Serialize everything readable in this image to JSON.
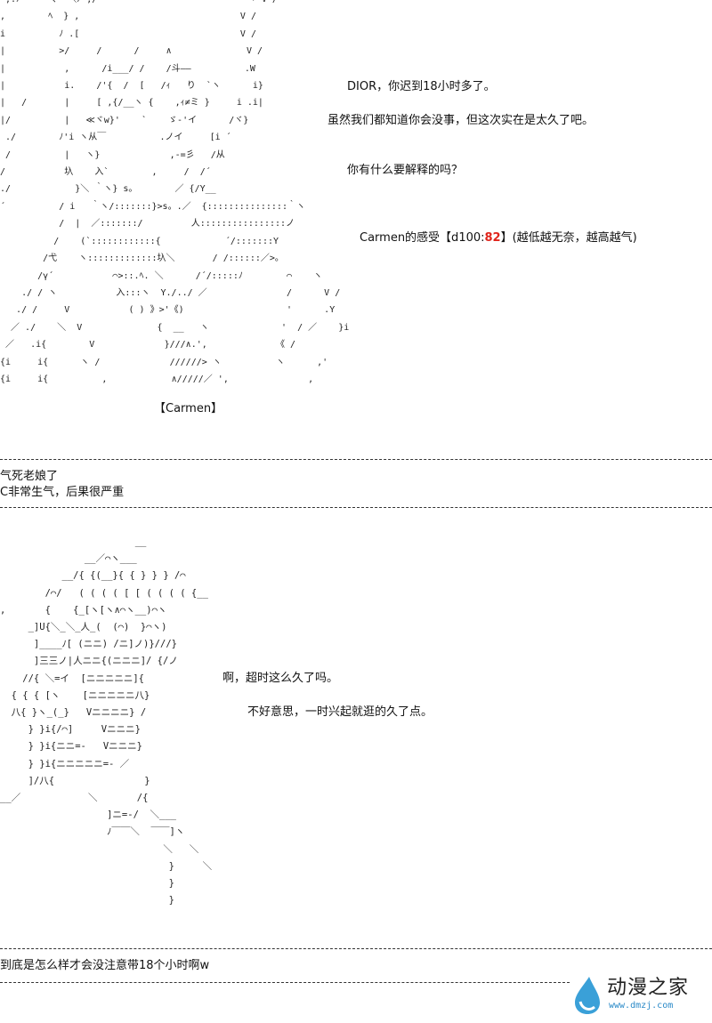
{
  "panel1": {
    "art_lines": [
      " ,.ﾉ      ､  ＼ﾉ ,/                            ヽ V /",
      ",        ﾍ  } ,                              V /",
      "i          ﾉ .[                              V /",
      "|          >/     /      /     ∧              V /",
      "|           ,      /i___/ /    /斗――          .W",
      "|           i.    /'{  /  [   /ｨ   り  `ヽ      i}",
      "|   /       |     [ ,{/__ヽ {    ,ｨ≠ミ }     i .i|",
      "|/          |   ≪ヾw}'    `    ゞ-'イ      /ヾ}",
      " ./        ﾉ'i ヽ从￣          .ノイ     [i ´",
      " /          |   ヽ}             ,-=彡   /从",
      "/           圦    入`        ,     /  /´",
      "./            }＼ ｀ヽ} s。       ／ {/Y__",
      "´          / i   ｀ヽ/:::::::}>s。.／  {:::::::::::::::｀ヽ",
      "           /  |  ／:::::::/         人::::::::::::::::ノ",
      "          /    (`::::::::::::{            ´/:::::::Y",
      "        /弋    ヽ:::::::::::::圦＼       / /::::::／>｡",
      "       /γ´           ⌒>::.ﾍ. ＼      /´/:::::ﾉ",
      "    ./ / ヽ           入:::ヽ  Y./../ ／",
      "   ./ /     V           ( ) 》>'《) ",
      "  ／ ./    ＼  V              {  __   ヽ",
      " ／   .i{        V             }///∧.',",
      "{i     i{      ヽ /             //////> ヽ",
      "{i     i{          ,            ∧/////／ ',"
    ],
    "art_lines_right": [
      "",
      "",
      "",
      "",
      "",
      "",
      "",
      "",
      "",
      "",
      "",
      "",
      "",
      "",
      "",
      "",
      "  ⌒    ヽ",
      "  /      V /",
      "  '      .Y",
      " '  / ／    }i",
      "《 /",
      "ヽ      ,'",
      "      ,"
    ],
    "name_label": "【Carmen】",
    "lines": [
      "DIOR，你迟到18小时多了。",
      "虽然我们都知道你会没事，但这次实在是太久了吧。",
      "你有什么要解释的吗？"
    ],
    "roll": {
      "prefix": "Carmen的感受【d100:",
      "value": "82",
      "suffix": "】(越低越无奈，越高越气)"
    }
  },
  "note1": {
    "lines": [
      "气死老娘了",
      "C非常生气，后果很严重"
    ]
  },
  "panel2": {
    "art_lines": [
      "                        __",
      "               __／⌒ヽ___",
      "           __/{ {(__}{ { } } } /⌒",
      "        /⌒/   ( ( ( ( [ [ ( ( ( ( {__",
      ",       {    {_[ヽ[ヽ∧⌒ヽ__)⌒ヽ",
      "     _]U{＼_＼_人_(  (⌒)  }⌒ヽ)",
      "      ]____ﾉ[ (ニニ) /ニ]ノ)}///}",
      "      ]三三ノ|人ニニ{(ニニニ]/ {/ノ",
      "    //{ ＼=イ  [ニニニニニ]{",
      "  { { { [ヽ    [ニニニニニ八}",
      "  八{ }ヽ_(_}   Vニニニニ} /",
      "     } }i{/⌒]     Vニニニ}",
      "     } }i{ニニ=-   Vニニニ}",
      "     } }i{ニニニニニ=- ／",
      "     ]/八{                }",
      "__／            ＼       /{",
      "                   ]ニ=-/  ＼___",
      "                   ﾉ￣￣＼  ￣￣]ヽ",
      "                             ＼   ＼",
      "                              }     ＼",
      "                              }",
      "                              }"
    ],
    "lines": [
      "啊，超时这么久了吗。",
      "不好意思，一时兴起就逛的久了点。"
    ]
  },
  "note2": {
    "text": "到底是怎么样才会没注意带18个小时啊w"
  },
  "watermark": {
    "brand": "动漫之家",
    "url": "www.dmzj.com",
    "color_drop": "#3aa0d8",
    "color_url": "#2b8ac8"
  },
  "colors": {
    "highlight": "#e0241b",
    "text": "#111111"
  }
}
